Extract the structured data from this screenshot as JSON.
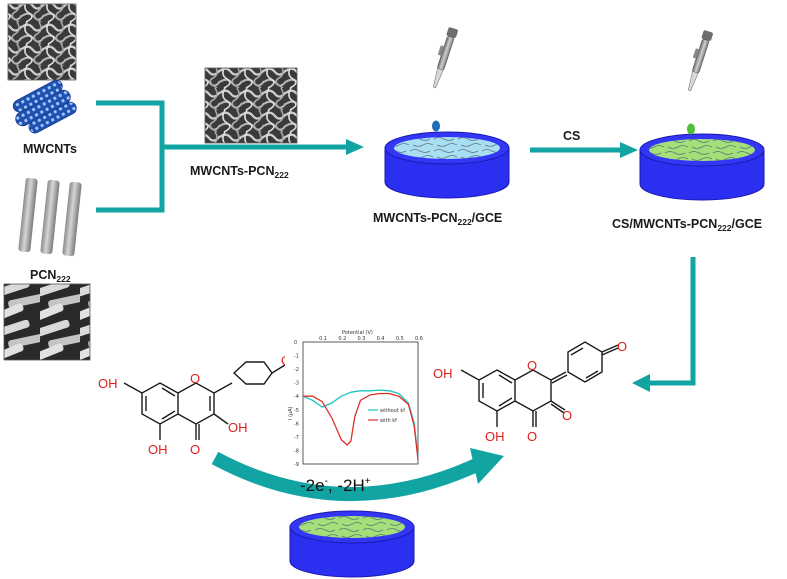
{
  "labels": {
    "mwcnts": "MWCNTs",
    "pcn_base": "PCN",
    "pcn_sub": "222",
    "composite_base": "MWCNTs-PCN",
    "composite_sub": "222",
    "electrode1_base": "MWCNTs-PCN",
    "electrode1_sub": "222",
    "electrode1_suffix": "/GCE",
    "electrode2_base": "CS/MWCNTs-PCN",
    "electrode2_sub": "222",
    "electrode2_suffix": "/GCE",
    "cs": "CS"
  },
  "reaction": {
    "label_a": "-2e",
    "label_a_sup": "-",
    "label_b": ", -2H",
    "label_b_sup": "+"
  },
  "molecule": {
    "atom_oh": "OH",
    "atom_o": "O"
  },
  "colors": {
    "teal": "#12a3a3",
    "electrode_blue": "#2b2ff0",
    "electrode_dark": "#1a1ab0",
    "film_blue": "#a8dff2",
    "film_green": "#a3e07a",
    "oxygen_red": "#e0201b",
    "pipette_drop_blue": "#1e6fb4",
    "pipette_drop_green": "#4fbf3a"
  },
  "icons": [
    "pipette-icon",
    "nanotube-icon",
    "nanorod-icon",
    "electrode-icon",
    "sem-image"
  ],
  "chart_data": {
    "type": "line",
    "title": "",
    "xlabel": "Potential (V)",
    "ylabel": "I (μA)",
    "xticks": [
      "0.1",
      "0.2",
      "0.3",
      "0.4",
      "0.5",
      "0.6"
    ],
    "yticks": [
      "0",
      "-1",
      "-2",
      "-3",
      "-4",
      "-5",
      "-6",
      "-7",
      "-8",
      "-9"
    ],
    "xlim": [
      0.0,
      0.6
    ],
    "ylim": [
      -9.0,
      0.0
    ],
    "series": [
      {
        "name": "without kf",
        "color": "#19c3c3",
        "x": [
          0.0,
          0.05,
          0.1,
          0.15,
          0.2,
          0.25,
          0.3,
          0.35,
          0.4,
          0.45,
          0.5,
          0.55,
          0.58,
          0.6
        ],
        "y": [
          -4.0,
          -4.3,
          -4.8,
          -4.5,
          -4.0,
          -3.7,
          -3.6,
          -3.6,
          -3.55,
          -3.6,
          -3.8,
          -4.5,
          -6.0,
          -8.5
        ]
      },
      {
        "name": "with kf",
        "color": "#e0302a",
        "x": [
          0.0,
          0.05,
          0.1,
          0.15,
          0.2,
          0.23,
          0.25,
          0.27,
          0.3,
          0.35,
          0.4,
          0.45,
          0.5,
          0.55,
          0.58,
          0.6
        ],
        "y": [
          -4.0,
          -4.0,
          -4.4,
          -5.6,
          -7.2,
          -7.6,
          -7.3,
          -5.5,
          -4.3,
          -3.9,
          -3.8,
          -3.8,
          -4.0,
          -4.6,
          -6.2,
          -8.7
        ]
      }
    ],
    "legend": "right"
  }
}
